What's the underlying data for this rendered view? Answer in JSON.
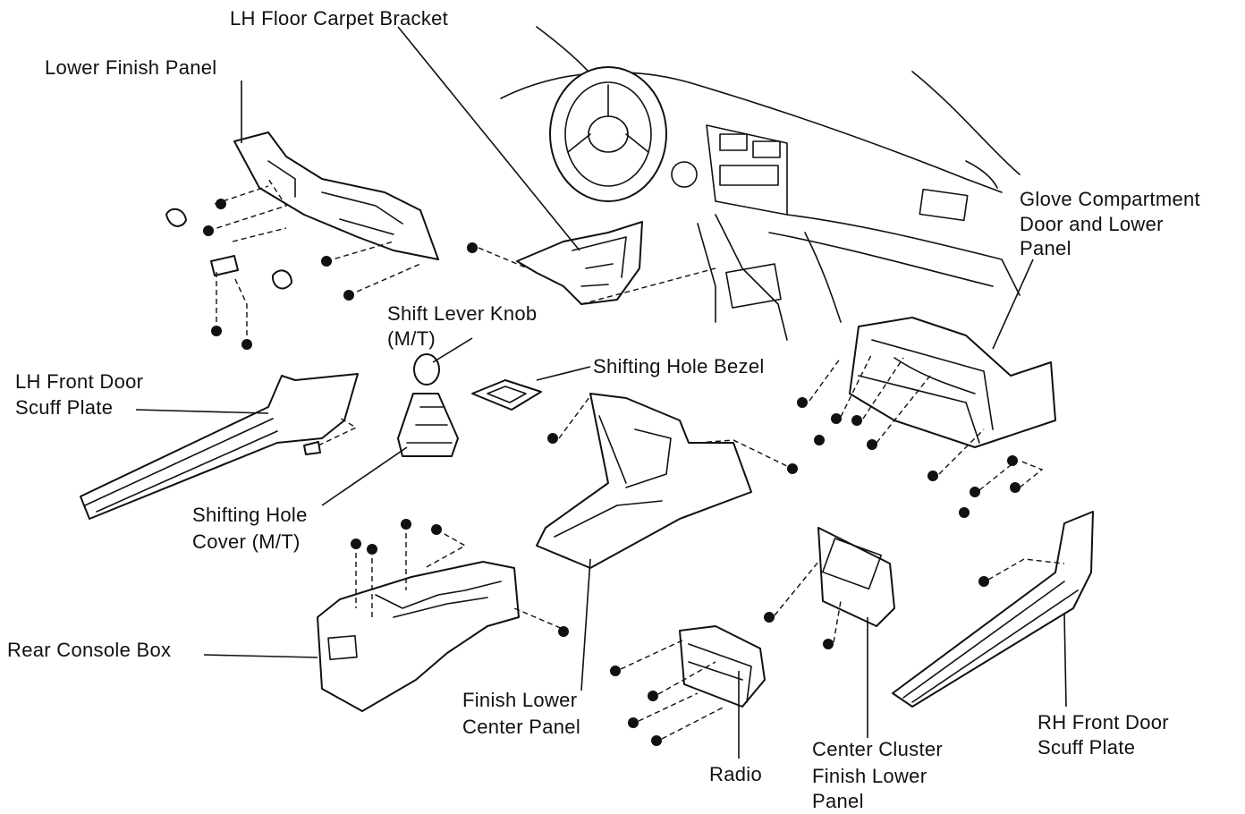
{
  "labels": {
    "lh_floor_carpet_bracket": "LH Floor Carpet Bracket",
    "lower_finish_panel": "Lower Finish Panel",
    "glove_compartment_1": "Glove Compartment",
    "glove_compartment_2": "Door and Lower",
    "glove_compartment_3": "Panel",
    "shift_lever_knob_1": "Shift Lever Knob",
    "shift_lever_knob_2": "(M/T)",
    "shifting_hole_bezel": "Shifting Hole Bezel",
    "lh_front_door_1": "LH Front Door",
    "lh_front_door_2": "Scuff Plate",
    "shifting_hole_cover_1": "Shifting Hole",
    "shifting_hole_cover_2": "Cover (M/T)",
    "rear_console_box": "Rear Console Box",
    "finish_lower_center_1": "Finish Lower",
    "finish_lower_center_2": "Center Panel",
    "radio": "Radio",
    "center_cluster_1": "Center Cluster",
    "center_cluster_2": "Finish Lower",
    "center_cluster_3": "Panel",
    "rh_front_door_1": "RH Front Door",
    "rh_front_door_2": "Scuff Plate"
  }
}
